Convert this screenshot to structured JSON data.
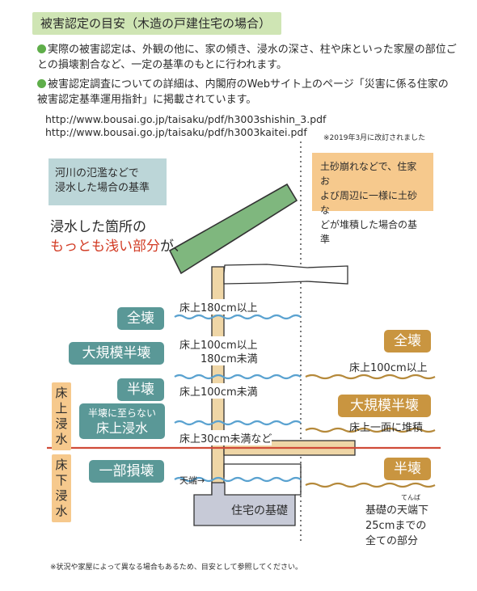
{
  "title": "被害認定の目安（木造の戸建住宅の場合）",
  "bullets": [
    "実際の被害認定は、外観の他に、家の傾き、浸水の深さ、柱や床といった家屋の部位ごとの損壊割合など、一定の基準のもとに行われます。",
    "被害認定調査についての詳細は、内閣府のWebサイト上のページ「災害に係る住家の被害認定基準運用指針」に掲載されています。"
  ],
  "urls": [
    "http://www.bousai.go.jp/taisaku/pdf/h3003shishin_3.pdf",
    "http://www.bousai.go.jp/taisaku/pdf/h3003kaitei.pdf"
  ],
  "revised_note": "※2019年3月に改訂されました",
  "left_box": [
    "河川の氾濫などで",
    "浸水した場合の基準"
  ],
  "right_box": [
    "土砂崩れなどで、住家お",
    "よび周辺に一様に土砂な",
    "どが堆積した場合の基準"
  ],
  "flood_lead": {
    "line1": "浸水した箇所の",
    "line2_red": "もっとも浅い部分",
    "line2_rest": "が、"
  },
  "left_levels": {
    "zenkai": "全壊",
    "daikibo": "大規模半壊",
    "hankai": "半壊",
    "not_hankai_small": "半壊に至らない",
    "not_hankai_big": "床上浸水",
    "ichibu": "一部損壊"
  },
  "left_labels": {
    "l180": "床上180cm以上",
    "l100a": "床上100cm以上",
    "l180b": "180cm未満",
    "l100b": "床上100cm未満",
    "l30": "床上30cm未満など",
    "tenba": "天端→"
  },
  "side_tags": {
    "upper": [
      "床",
      "上",
      "浸",
      "水"
    ],
    "lower": [
      "床",
      "下",
      "浸",
      "水"
    ]
  },
  "right_levels": {
    "zenkai": "全壊",
    "daikibo": "大規模半壊",
    "hankai": "半壊"
  },
  "right_labels": {
    "r100": "床上100cm以上",
    "r_floor": "床上一面に堆積",
    "tenba_ruby": "てんば",
    "r_foundation": [
      "基礎の天端下",
      "25cmまでの",
      "全ての部分"
    ]
  },
  "foundation_label": "住宅の基礎",
  "footnote": "※状況や家屋によって異なる場合もあるため、目安として参照してください。",
  "colors": {
    "title_bg": "#cfe5b4",
    "bullet_dot": "#5fae4a",
    "teal": "#5a9897",
    "orange": "#c99540",
    "water": "#5aa2d0",
    "sediment": "#b5893a",
    "red_line": "#d04b38",
    "roof": "#7fb77e",
    "wood": "#efd6a6",
    "foundation": "#c7cad7"
  }
}
